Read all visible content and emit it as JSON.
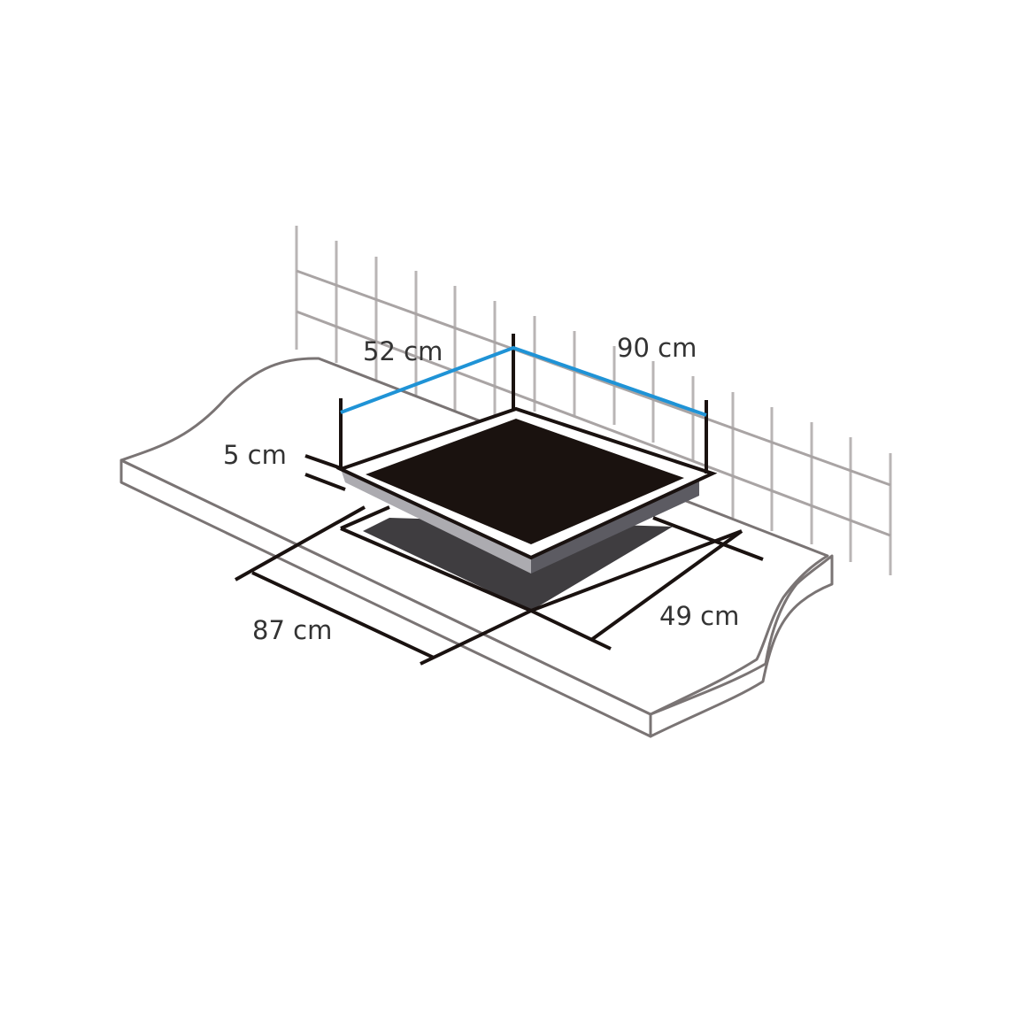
{
  "diagram": {
    "subject": "Built-in cooktop installation dimensions",
    "labels": {
      "hob_depth": "52 cm",
      "hob_width": "90 cm",
      "hob_height": "5 cm",
      "cutout_width": "87 cm",
      "cutout_depth": "49 cm"
    },
    "colors": {
      "background": "#ffffff",
      "wall_grid": "#b9b5b5",
      "wall_grid_horizontal": "#a9a4a4",
      "countertop_outline": "#7a7474",
      "dimension_line": "#1a1210",
      "top_dimension": "#1f93d6",
      "glass_surface": "#1a120f",
      "frame_light": "#acabb0",
      "frame_dark": "#5c5b62",
      "cutout": "#3f3d40",
      "label_text": "#333333"
    }
  }
}
